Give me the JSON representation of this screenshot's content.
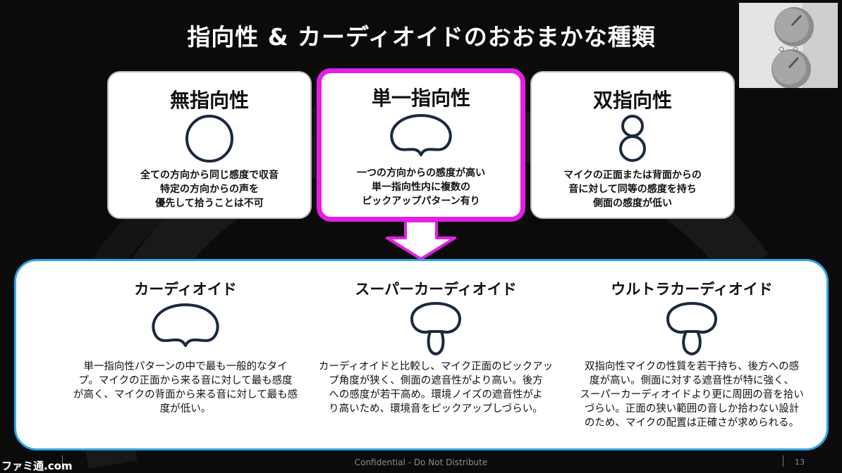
{
  "title": "指向性 & カーディオイドのおおまかな種類",
  "top_cards": [
    {
      "title": "無指向性",
      "icon": "omnidirectional-pattern-icon",
      "lines": [
        "全ての方向から同じ感度で収音",
        "特定の方向からの声を",
        "優先して拾うことは不可"
      ]
    },
    {
      "title": "単一指向性",
      "icon": "unidirectional-pattern-icon",
      "lines": [
        "一つの方向からの感度が高い",
        "単一指向性内に複数の",
        "ピックアップパターン有り"
      ]
    },
    {
      "title": "双指向性",
      "icon": "bidirectional-pattern-icon",
      "lines": [
        "マイクの正面または背面からの",
        "音に対して同等の感度を持ち",
        "側面の感度が低い"
      ]
    }
  ],
  "bottom_items": [
    {
      "title": "カーディオイド",
      "icon": "cardioid-pattern-icon",
      "lines": [
        "単一指向性パターンの中で最も一般的なタイ",
        "プ。マイクの正面から来る音に対して最も感度",
        "が高く、マイクの背面から来る音に対して最も感",
        "度が低い。"
      ]
    },
    {
      "title": "スーパーカーディオイド",
      "icon": "supercardioid-pattern-icon",
      "lines": [
        "カーディオイドと比較し、マイク正面のピックアッ",
        "プ角度が狭く、側面の遮音性がより高い。後方",
        "への感度が若干高め。環境ノイズの遮音性がよ",
        "り高いため、環境音をピックアップしづらい。"
      ]
    },
    {
      "title": "ウルトラカーディオイド",
      "icon": "ultracardioid-pattern-icon",
      "lines": [
        "双指向性マイクの性質を若干持ち、後方への感",
        "度が高い。側面に対する遮音性が特に強く、",
        "スーパーカーディオイドより更に周囲の音を拾い",
        "づらい。正面の狭い範囲の音しか拾わない設計",
        "のため、マイクの配置は正確さが求められる。"
      ]
    }
  ],
  "footer": {
    "confidential": "Confidential - Do Not Distribute",
    "page_number": "13"
  },
  "watermark": "ファミ通.com",
  "colors": {
    "highlight_border": "#e41fe4",
    "panel_border": "#2fa8e6",
    "icon_stroke": "#1b2940"
  }
}
